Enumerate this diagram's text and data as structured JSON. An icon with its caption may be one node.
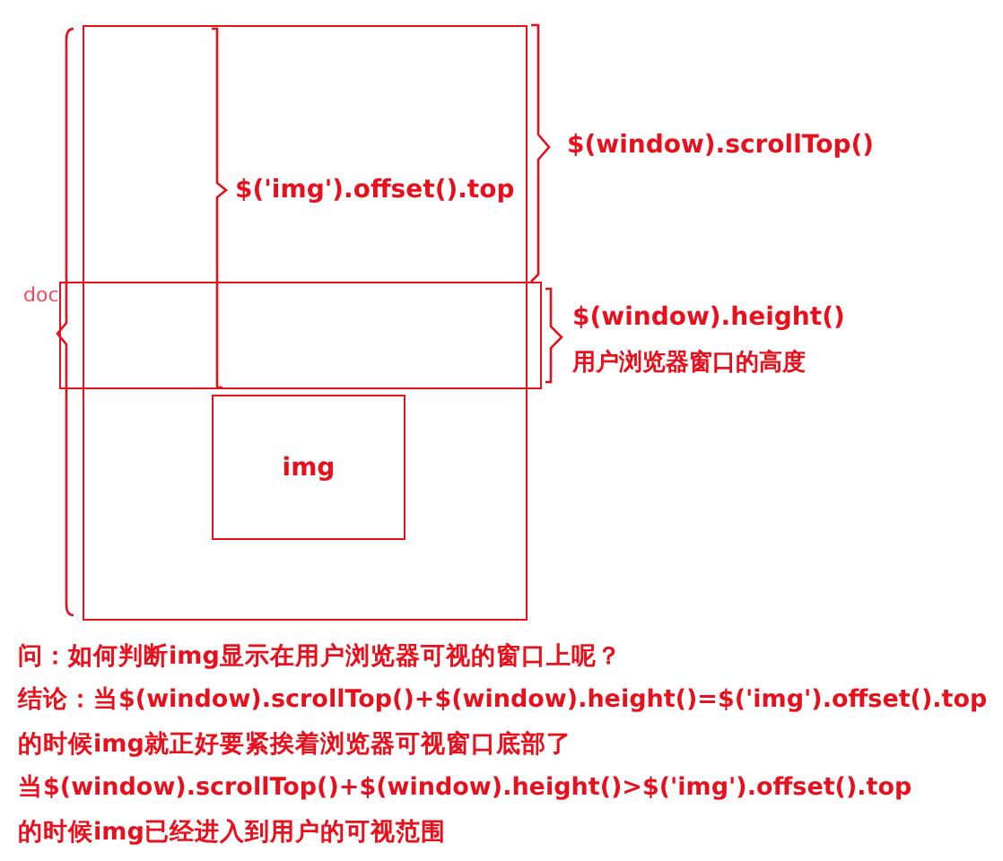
{
  "diagram": {
    "nodes": [
      {
        "text": [],
        "shape": "box"
      },
      {
        "text": [],
        "shape": "box"
      },
      {
        "text": [
          "img"
        ],
        "in": 0
      }
    ],
    "labels": [
      "doc",
      "$('img').offset().top",
      "$(window).scrollTop()",
      "$(window).height()",
      "用户浏览器窗口的高度",
      "问：如何判断img显示在用户浏览器可视的窗口上呢？",
      "结论：当$(window).scrollTop()+$(window).height()=$('img').offset().top",
      "的时候img就正好要紧挨着浏览器可视窗口底部了",
      "当$(window).scrollTop()+$(window).height()>$('img').offset().top",
      "的时候img已经进入到用户的可视范围"
    ]
  }
}
